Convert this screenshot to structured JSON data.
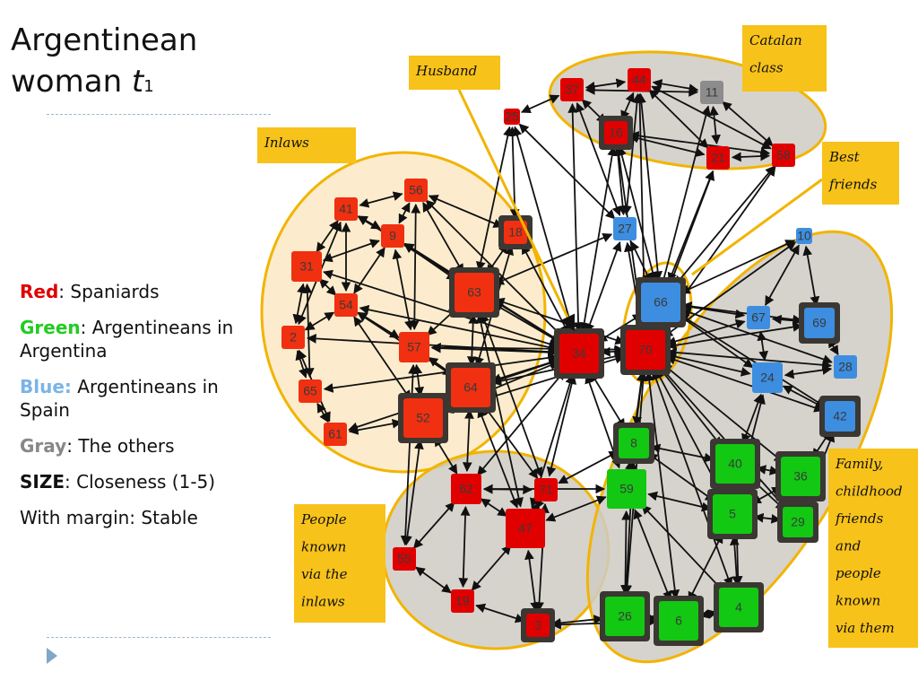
{
  "slide": {
    "title_line1": "Argentinean",
    "title_line2": "woman ",
    "title_t": "t",
    "title_sub": "1"
  },
  "legend": [
    {
      "key": "Red",
      "sep": ":  ",
      "text": "Spaniards",
      "color": "#e00000"
    },
    {
      "key": "Green",
      "sep": ": ",
      "text": "Argentineans in Argentina",
      "color": "#22cc22"
    },
    {
      "key": "Blue:",
      "sep": " ",
      "text": "Argentineans in Spain",
      "color": "#7ab4e6"
    },
    {
      "key": "Gray",
      "sep": ":  ",
      "text": "The others",
      "color": "#888888"
    },
    {
      "key": "SIZE",
      "sep": ": ",
      "text": "Closeness (1-5)",
      "color": "#111111"
    },
    {
      "key": "",
      "sep": "",
      "text": "With margin: Stable",
      "color": "#111111"
    }
  ],
  "colors": {
    "red": "#e00000",
    "redorange": "#f03010",
    "green": "#12c812",
    "blue": "#3d8ee0",
    "gray": "#8c8c8c",
    "note_bg": "#f7c21a",
    "group_bg": "#cfcbc4",
    "inlaw_bg": "#fbe9c4",
    "outline": "#f2b400"
  },
  "groups": [
    {
      "name": "Catalan class",
      "lines": [
        "Catalan",
        "class"
      ]
    },
    {
      "name": "Husband",
      "lines": [
        "Husband"
      ]
    },
    {
      "name": "Inlaws",
      "lines": [
        "Inlaws"
      ]
    },
    {
      "name": "Best friends",
      "lines": [
        "Best",
        "friends"
      ]
    },
    {
      "name": "Family",
      "lines": [
        "Family,",
        "childhood",
        "friends",
        "and",
        "people",
        "known",
        "via them"
      ]
    },
    {
      "name": "People known via the inlaws",
      "lines": [
        "People",
        "known",
        "via the",
        "inlaws"
      ]
    }
  ],
  "nodes": [
    {
      "id": "37",
      "color": "red",
      "size": 2,
      "margin": false
    },
    {
      "id": "44",
      "color": "red",
      "size": 2,
      "margin": false
    },
    {
      "id": "11",
      "color": "gray",
      "size": 2,
      "margin": false
    },
    {
      "id": "25",
      "color": "red",
      "size": 1,
      "margin": false
    },
    {
      "id": "16",
      "color": "red",
      "size": 2,
      "margin": true
    },
    {
      "id": "21",
      "color": "red",
      "size": 2,
      "margin": false
    },
    {
      "id": "58",
      "color": "red",
      "size": 2,
      "margin": false
    },
    {
      "id": "56",
      "color": "redorange",
      "size": 2,
      "margin": false
    },
    {
      "id": "41",
      "color": "redorange",
      "size": 2,
      "margin": false
    },
    {
      "id": "9",
      "color": "redorange",
      "size": 2,
      "margin": false
    },
    {
      "id": "18",
      "color": "redorange",
      "size": 2,
      "margin": true
    },
    {
      "id": "31",
      "color": "redorange",
      "size": 3,
      "margin": false
    },
    {
      "id": "54",
      "color": "redorange",
      "size": 2,
      "margin": false
    },
    {
      "id": "63",
      "color": "redorange",
      "size": 4,
      "margin": true
    },
    {
      "id": "2",
      "color": "redorange",
      "size": 2,
      "margin": false
    },
    {
      "id": "57",
      "color": "redorange",
      "size": 3,
      "margin": false
    },
    {
      "id": "65",
      "color": "redorange",
      "size": 2,
      "margin": false
    },
    {
      "id": "64",
      "color": "redorange",
      "size": 4,
      "margin": true
    },
    {
      "id": "52",
      "color": "redorange",
      "size": 4,
      "margin": true
    },
    {
      "id": "61",
      "color": "redorange",
      "size": 2,
      "margin": false
    },
    {
      "id": "27",
      "color": "blue",
      "size": 2,
      "margin": false
    },
    {
      "id": "10",
      "color": "blue",
      "size": 1,
      "margin": false
    },
    {
      "id": "66",
      "color": "blue",
      "size": 4,
      "margin": true
    },
    {
      "id": "67",
      "color": "blue",
      "size": 2,
      "margin": false
    },
    {
      "id": "69",
      "color": "blue",
      "size": 3,
      "margin": true
    },
    {
      "id": "34",
      "color": "red",
      "size": 4,
      "margin": true
    },
    {
      "id": "70",
      "color": "red",
      "size": 4,
      "margin": true
    },
    {
      "id": "28",
      "color": "blue",
      "size": 2,
      "margin": false
    },
    {
      "id": "24",
      "color": "blue",
      "size": 3,
      "margin": false
    },
    {
      "id": "42",
      "color": "blue",
      "size": 3,
      "margin": true
    },
    {
      "id": "8",
      "color": "green",
      "size": 3,
      "margin": true
    },
    {
      "id": "59",
      "color": "green",
      "size": 4,
      "margin": false
    },
    {
      "id": "40",
      "color": "green",
      "size": 4,
      "margin": true
    },
    {
      "id": "36",
      "color": "green",
      "size": 4,
      "margin": true
    },
    {
      "id": "5",
      "color": "green",
      "size": 4,
      "margin": true
    },
    {
      "id": "29",
      "color": "green",
      "size": 3,
      "margin": true
    },
    {
      "id": "62",
      "color": "red",
      "size": 3,
      "margin": false
    },
    {
      "id": "71",
      "color": "red",
      "size": 2,
      "margin": false
    },
    {
      "id": "47",
      "color": "red",
      "size": 4,
      "margin": false
    },
    {
      "id": "55",
      "color": "red",
      "size": 2,
      "margin": false
    },
    {
      "id": "19",
      "color": "red",
      "size": 2,
      "margin": false
    },
    {
      "id": "3",
      "color": "red",
      "size": 2,
      "margin": true
    },
    {
      "id": "26",
      "color": "green",
      "size": 4,
      "margin": true
    },
    {
      "id": "6",
      "color": "green",
      "size": 4,
      "margin": true
    },
    {
      "id": "4",
      "color": "green",
      "size": 4,
      "margin": true
    }
  ]
}
